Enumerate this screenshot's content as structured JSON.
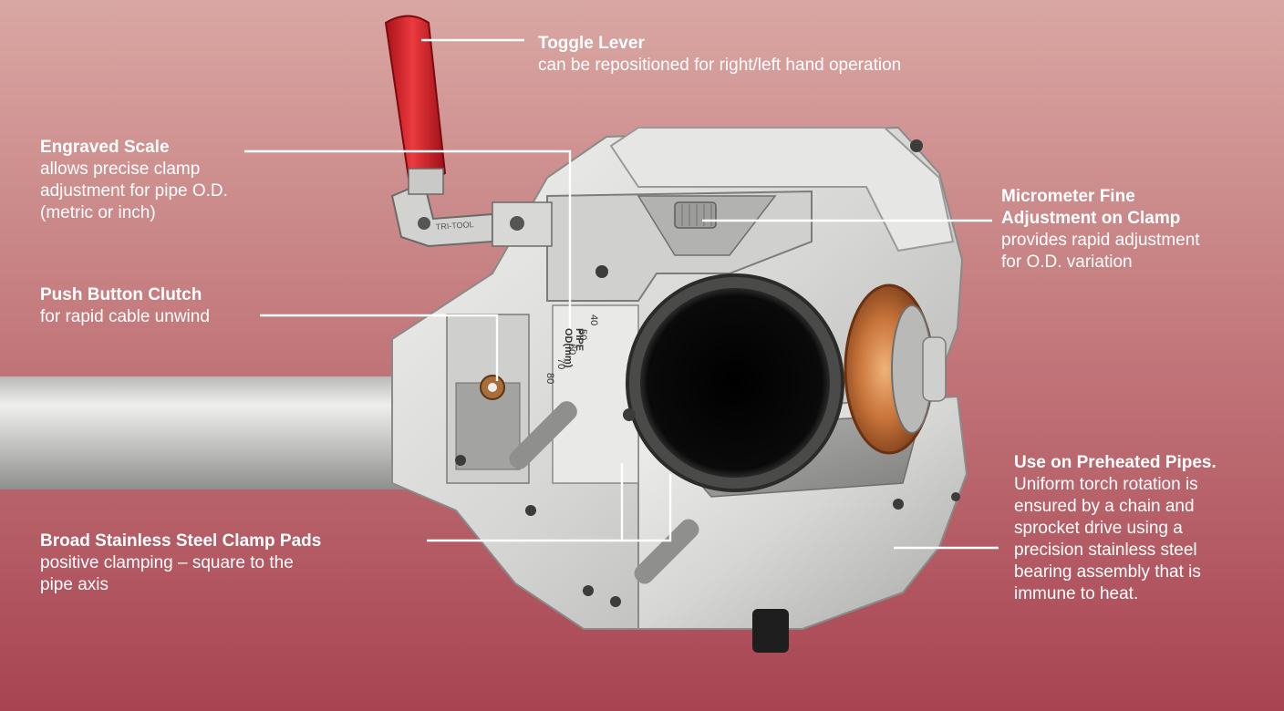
{
  "callouts": {
    "toggle_lever": {
      "title": "Toggle Lever",
      "desc": "can be repositioned for right/left hand operation"
    },
    "engraved_scale": {
      "title": "Engraved Scale",
      "desc_lines": [
        "allows precise clamp",
        "adjustment for pipe O.D.",
        "(metric or inch)"
      ]
    },
    "push_button_clutch": {
      "title": "Push Button Clutch",
      "desc": "for rapid cable unwind"
    },
    "micrometer": {
      "title_lines": [
        "Micrometer Fine",
        "Adjustment on Clamp"
      ],
      "desc_lines": [
        "provides rapid adjustment",
        "for O.D. variation"
      ]
    },
    "clamp_pads": {
      "title": "Broad Stainless Steel Clamp Pads",
      "desc_lines": [
        "positive clamping – square to the",
        "pipe axis"
      ]
    },
    "preheated": {
      "title": "Use on Preheated Pipes.",
      "desc_lines": [
        "Uniform torch rotation is",
        "ensured by a chain and",
        "sprocket drive using a",
        "precision stainless steel",
        "bearing assembly that is",
        "immune to heat."
      ]
    }
  },
  "scale_engraving": {
    "label_lines": [
      "PIPE",
      "OD(mm)"
    ],
    "ticks": [
      "40",
      "50",
      "60",
      "70",
      "80"
    ]
  },
  "plate_engraving": "TRI-TOOL",
  "colors": {
    "background_top": "#d9a7a3",
    "background_bottom": "#a84452",
    "text": "#ffffff",
    "lever_handle": "#d8232a",
    "aluminum": "#d7d7d5",
    "copper_spool": "#c8743a"
  }
}
